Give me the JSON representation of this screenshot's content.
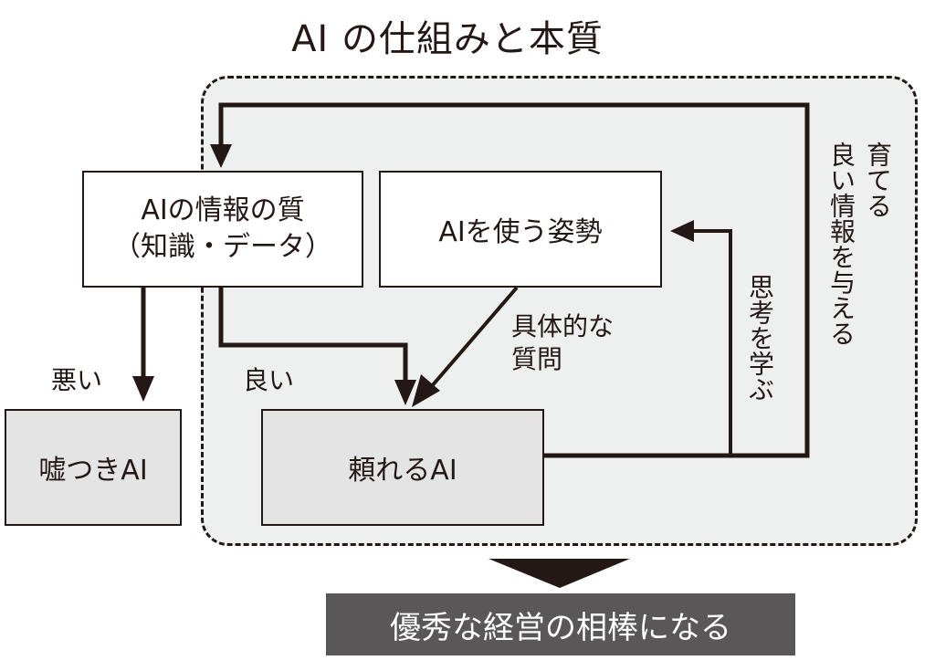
{
  "title": "AI の仕組みと本質",
  "nodes": {
    "quality": {
      "line1": "AIの情報の質",
      "line2": "（知識・データ）"
    },
    "attitude": {
      "label": "AIを使う姿勢"
    },
    "liar": {
      "label": "嘘つきAI"
    },
    "reliable": {
      "label": "頼れるAI"
    },
    "result": {
      "label": "優秀な経営の相棒になる"
    }
  },
  "edges": {
    "bad": "悪い",
    "good": "良い",
    "specific_question": {
      "line1": "具体的な",
      "line2": "質問"
    },
    "learn_thinking": "思考を学ぶ",
    "give_info": {
      "col1": "育てる",
      "col2": "良い情報を与える"
    }
  },
  "colors": {
    "ink": "#231815",
    "zone_fill": "#eeefef",
    "result_fill": "#595757",
    "outcome_fill": "#e4e4e4"
  }
}
